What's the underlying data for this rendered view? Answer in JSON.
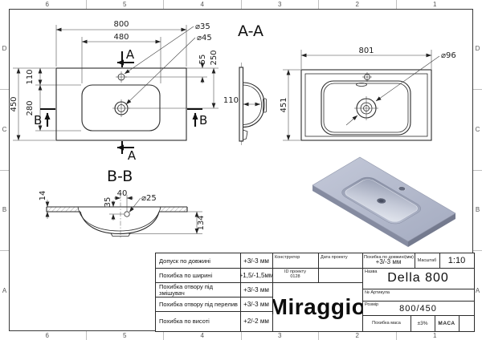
{
  "frame": {
    "cols": [
      "6",
      "5",
      "4",
      "3",
      "2",
      "1"
    ],
    "rows": [
      "D",
      "C",
      "B",
      "A"
    ]
  },
  "plan": {
    "dim_width": "800",
    "dim_basin_width": "480",
    "dim_depth": "450",
    "dim_basin_offset": "110",
    "dim_basin_depth": "280",
    "dim_faucet_offset": "55",
    "dim_drain_offset": "250",
    "callout_faucet_hole": "⌀35",
    "callout_drain_hole": "⌀45",
    "marker_a": "A",
    "marker_b": "B"
  },
  "section_aa": {
    "label": "A-A",
    "dim_bowl_depth": "110",
    "dim_width": "801",
    "dim_depth": "451",
    "callout_drain": "⌀96"
  },
  "section_bb": {
    "label": "B-B",
    "dim_thickness": "14",
    "dim_hole_depth": "35",
    "dim_hole_offset": "40",
    "dim_bowl_depth": "134",
    "callout_hole": "⌀25"
  },
  "title_block": {
    "tolerances": [
      {
        "label": "Допуск по довжині",
        "value": "+3/-3 мм"
      },
      {
        "label": "Похибка по ширині",
        "value": "+1,5/-1,5мм"
      },
      {
        "label": "Похибка отвору під змішувач",
        "value": "+3/-3 мм"
      },
      {
        "label": "Похибка отвору під перелив",
        "value": "+3/-3 мм"
      },
      {
        "label": "Похибка по висоті",
        "value": "+2/-2 мм"
      }
    ],
    "constructor_label": "Конструктор",
    "date_label": "Дата проекту",
    "project_id_label": "ID проекту",
    "project_id_value": "0128",
    "logo": "Miraggio",
    "length_tolerance_label": "Похибка по довжині(мм)",
    "length_tolerance_value": "+3/-3 мм",
    "scale_label": "Масштаб",
    "scale_value": "1:10",
    "name_label": "Назва",
    "name_value": "Della 800",
    "article_label": "№ Артикула",
    "size_label": "Розмір",
    "size_value": "800/450",
    "mass_tolerance_label": "Похибка маса",
    "mass_tolerance_value": "±3%",
    "mass_label": "МАСА"
  },
  "colors": {
    "line": "#2a2a2a",
    "sink_top": "#b4bacd",
    "sink_shadow": "#757b8e",
    "sink_highlight": "#d9dde7"
  }
}
